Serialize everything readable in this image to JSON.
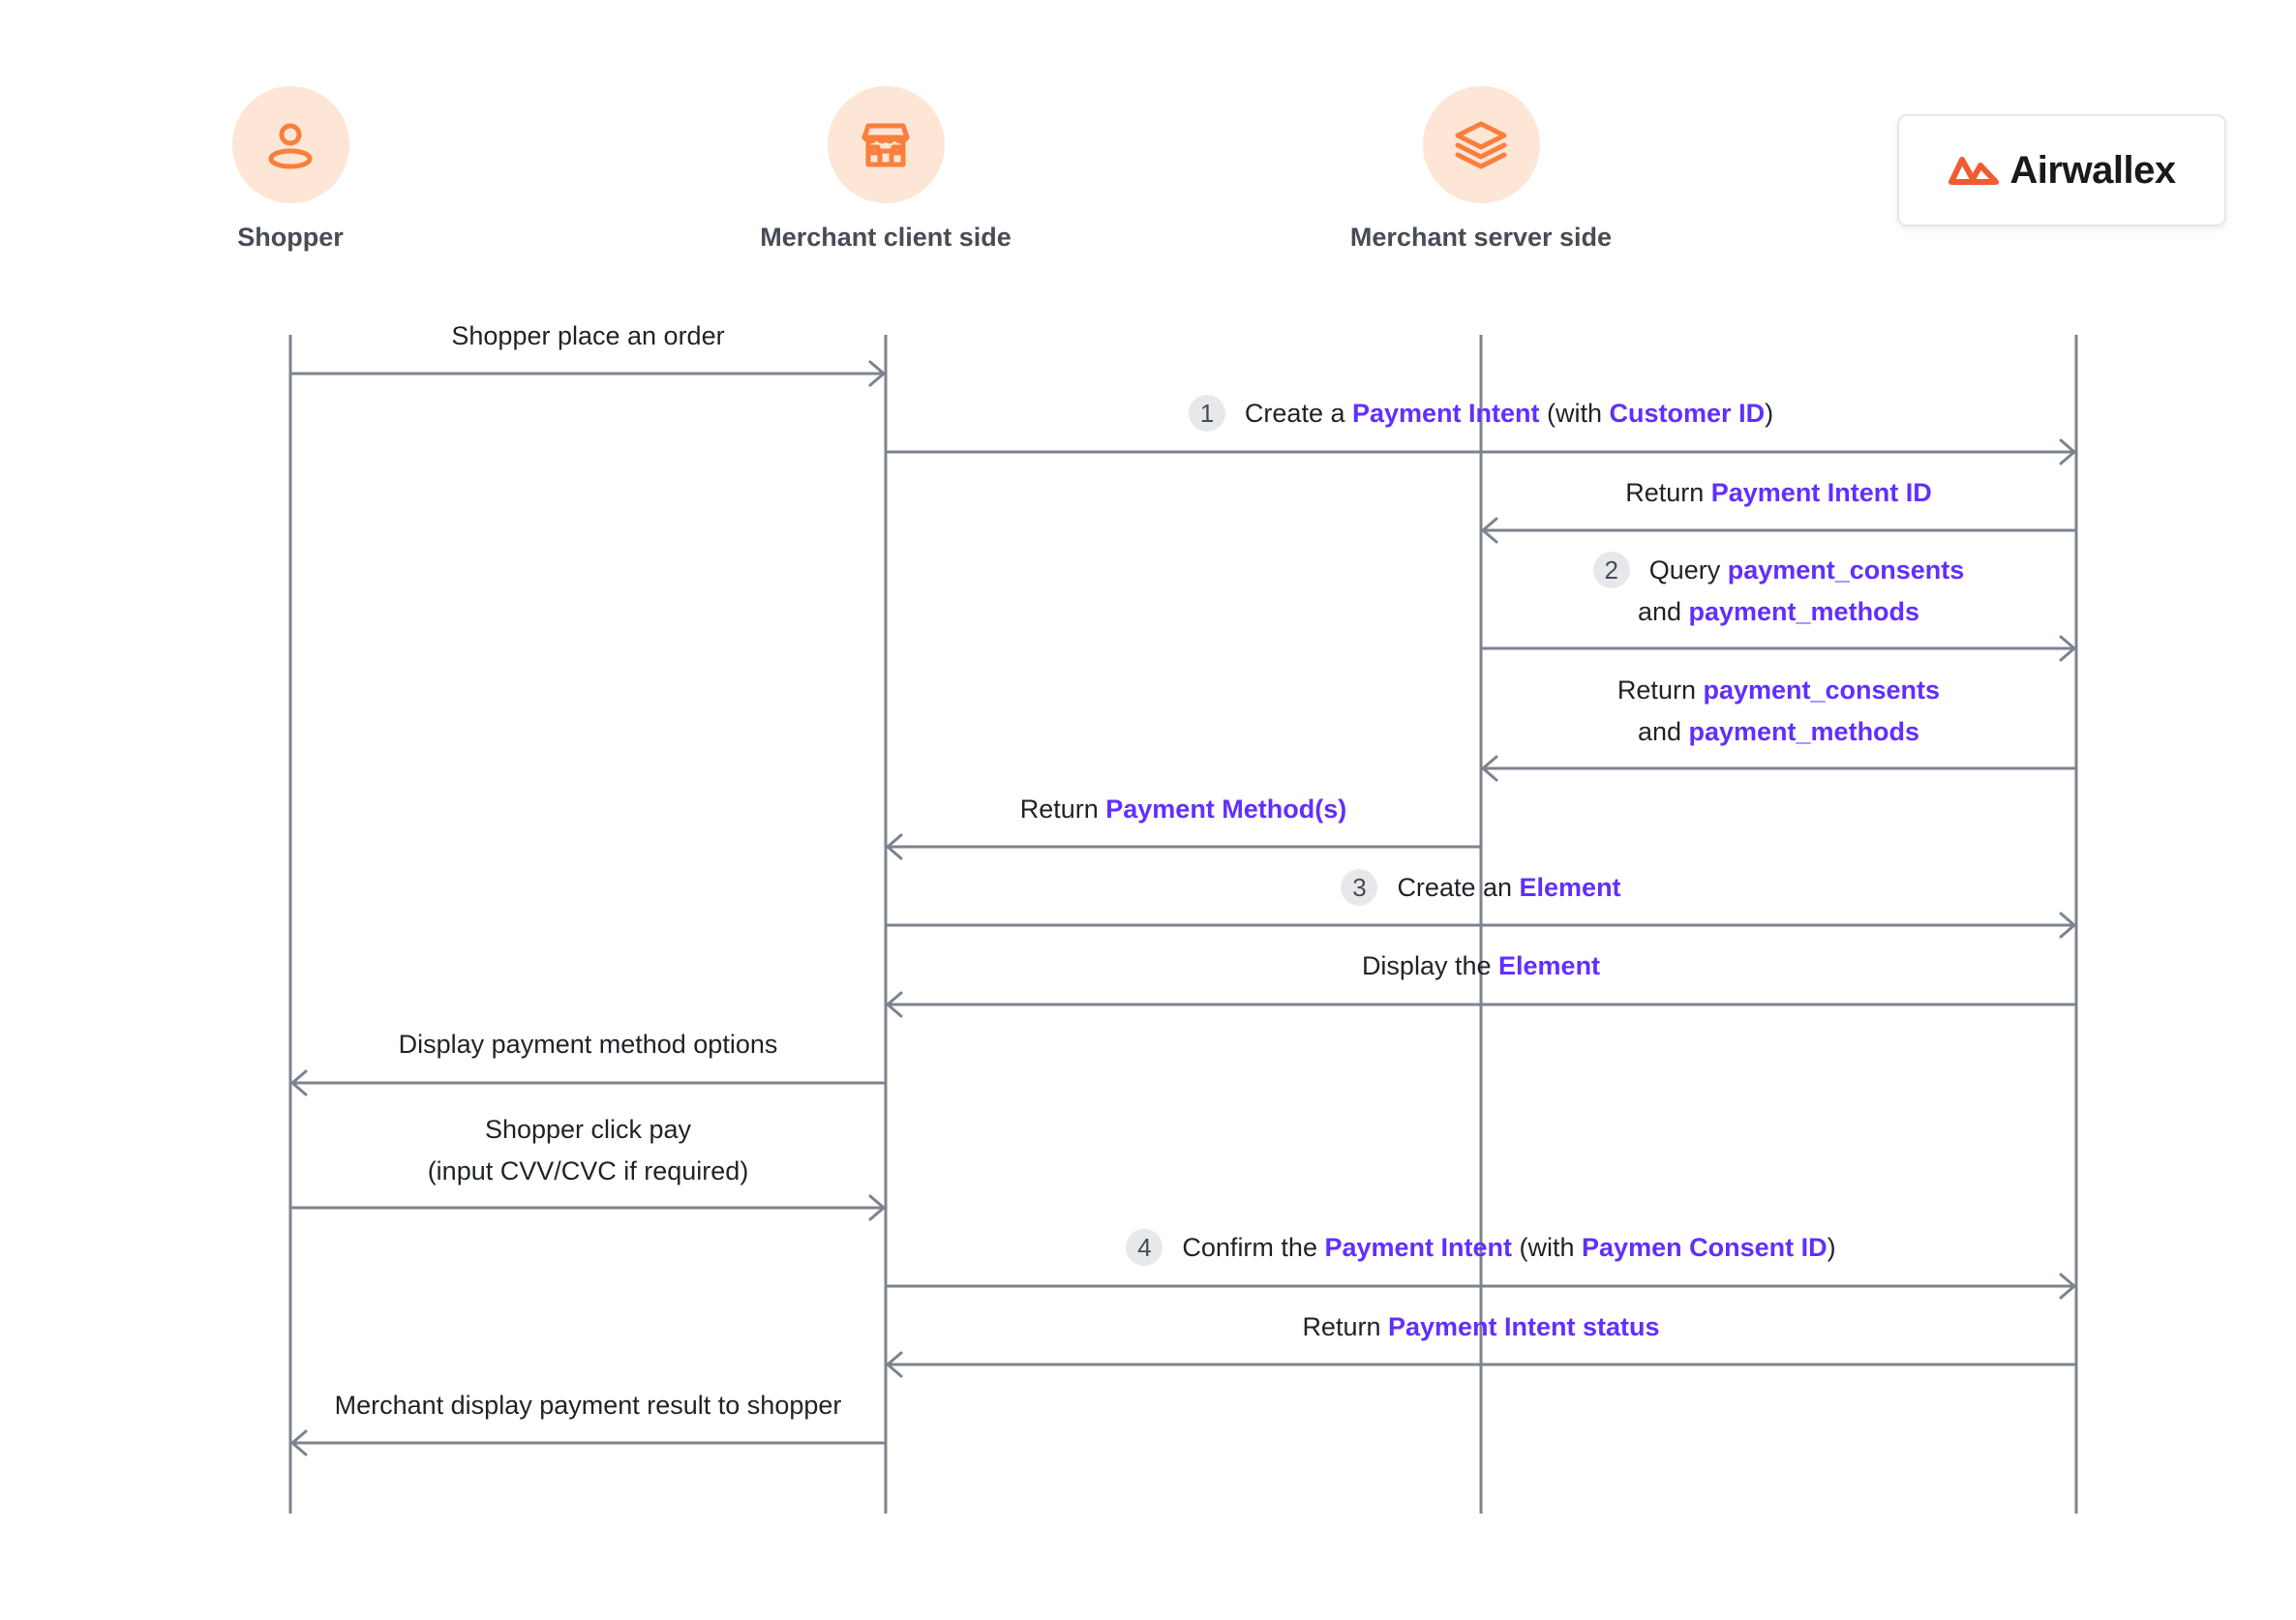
{
  "actors": [
    {
      "name": "Shopper",
      "icon": "user-icon"
    },
    {
      "name": "Merchant client side",
      "icon": "store-icon"
    },
    {
      "name": "Merchant server side",
      "icon": "layers-icon"
    }
  ],
  "logo": {
    "text": "Airwallex",
    "icon": "airwallex-logo-icon"
  },
  "colors": {
    "accent": "#612fff",
    "actor_bg": "#fde6d6",
    "actor_icon": "#f97f3c",
    "line": "#7d838e",
    "step_badge": "#e6e8eb"
  },
  "messages": [
    {
      "lines": [
        [
          {
            "t": "Shopper place an order"
          }
        ]
      ]
    },
    {
      "step": "1",
      "lines": [
        [
          {
            "t": "Create a "
          },
          {
            "t": "Payment Intent",
            "hl": true
          },
          {
            "t": " (with "
          },
          {
            "t": "Customer ID",
            "hl": true
          },
          {
            "t": ")"
          }
        ]
      ]
    },
    {
      "lines": [
        [
          {
            "t": "Return "
          },
          {
            "t": "Payment Intent ID",
            "hl": true
          }
        ]
      ]
    },
    {
      "step": "2",
      "lines": [
        [
          {
            "t": "Query "
          },
          {
            "t": "payment_consents",
            "hl": true
          }
        ],
        [
          {
            "t": "and "
          },
          {
            "t": "payment_methods",
            "hl": true
          }
        ]
      ]
    },
    {
      "lines": [
        [
          {
            "t": "Return "
          },
          {
            "t": "payment_consents",
            "hl": true
          }
        ],
        [
          {
            "t": "and "
          },
          {
            "t": "payment_methods",
            "hl": true
          }
        ]
      ]
    },
    {
      "lines": [
        [
          {
            "t": "Return "
          },
          {
            "t": "Payment Method(s)",
            "hl": true
          }
        ]
      ]
    },
    {
      "step": "3",
      "lines": [
        [
          {
            "t": "Create an "
          },
          {
            "t": "Element",
            "hl": true
          }
        ]
      ]
    },
    {
      "lines": [
        [
          {
            "t": "Display the "
          },
          {
            "t": "Element",
            "hl": true
          }
        ]
      ]
    },
    {
      "lines": [
        [
          {
            "t": "Display payment method options"
          }
        ]
      ]
    },
    {
      "lines": [
        [
          {
            "t": "Shopper click pay"
          }
        ],
        [
          {
            "t": "(input CVV/CVC if required)"
          }
        ]
      ]
    },
    {
      "step": "4",
      "lines": [
        [
          {
            "t": "Confirm the "
          },
          {
            "t": "Payment Intent",
            "hl": true
          },
          {
            "t": " (with "
          },
          {
            "t": "Paymen Consent ID",
            "hl": true
          },
          {
            "t": ")"
          }
        ]
      ]
    },
    {
      "lines": [
        [
          {
            "t": "Return "
          },
          {
            "t": "Payment Intent status",
            "hl": true
          }
        ]
      ]
    },
    {
      "lines": [
        [
          {
            "t": "Merchant display payment result to shopper"
          }
        ]
      ]
    }
  ]
}
